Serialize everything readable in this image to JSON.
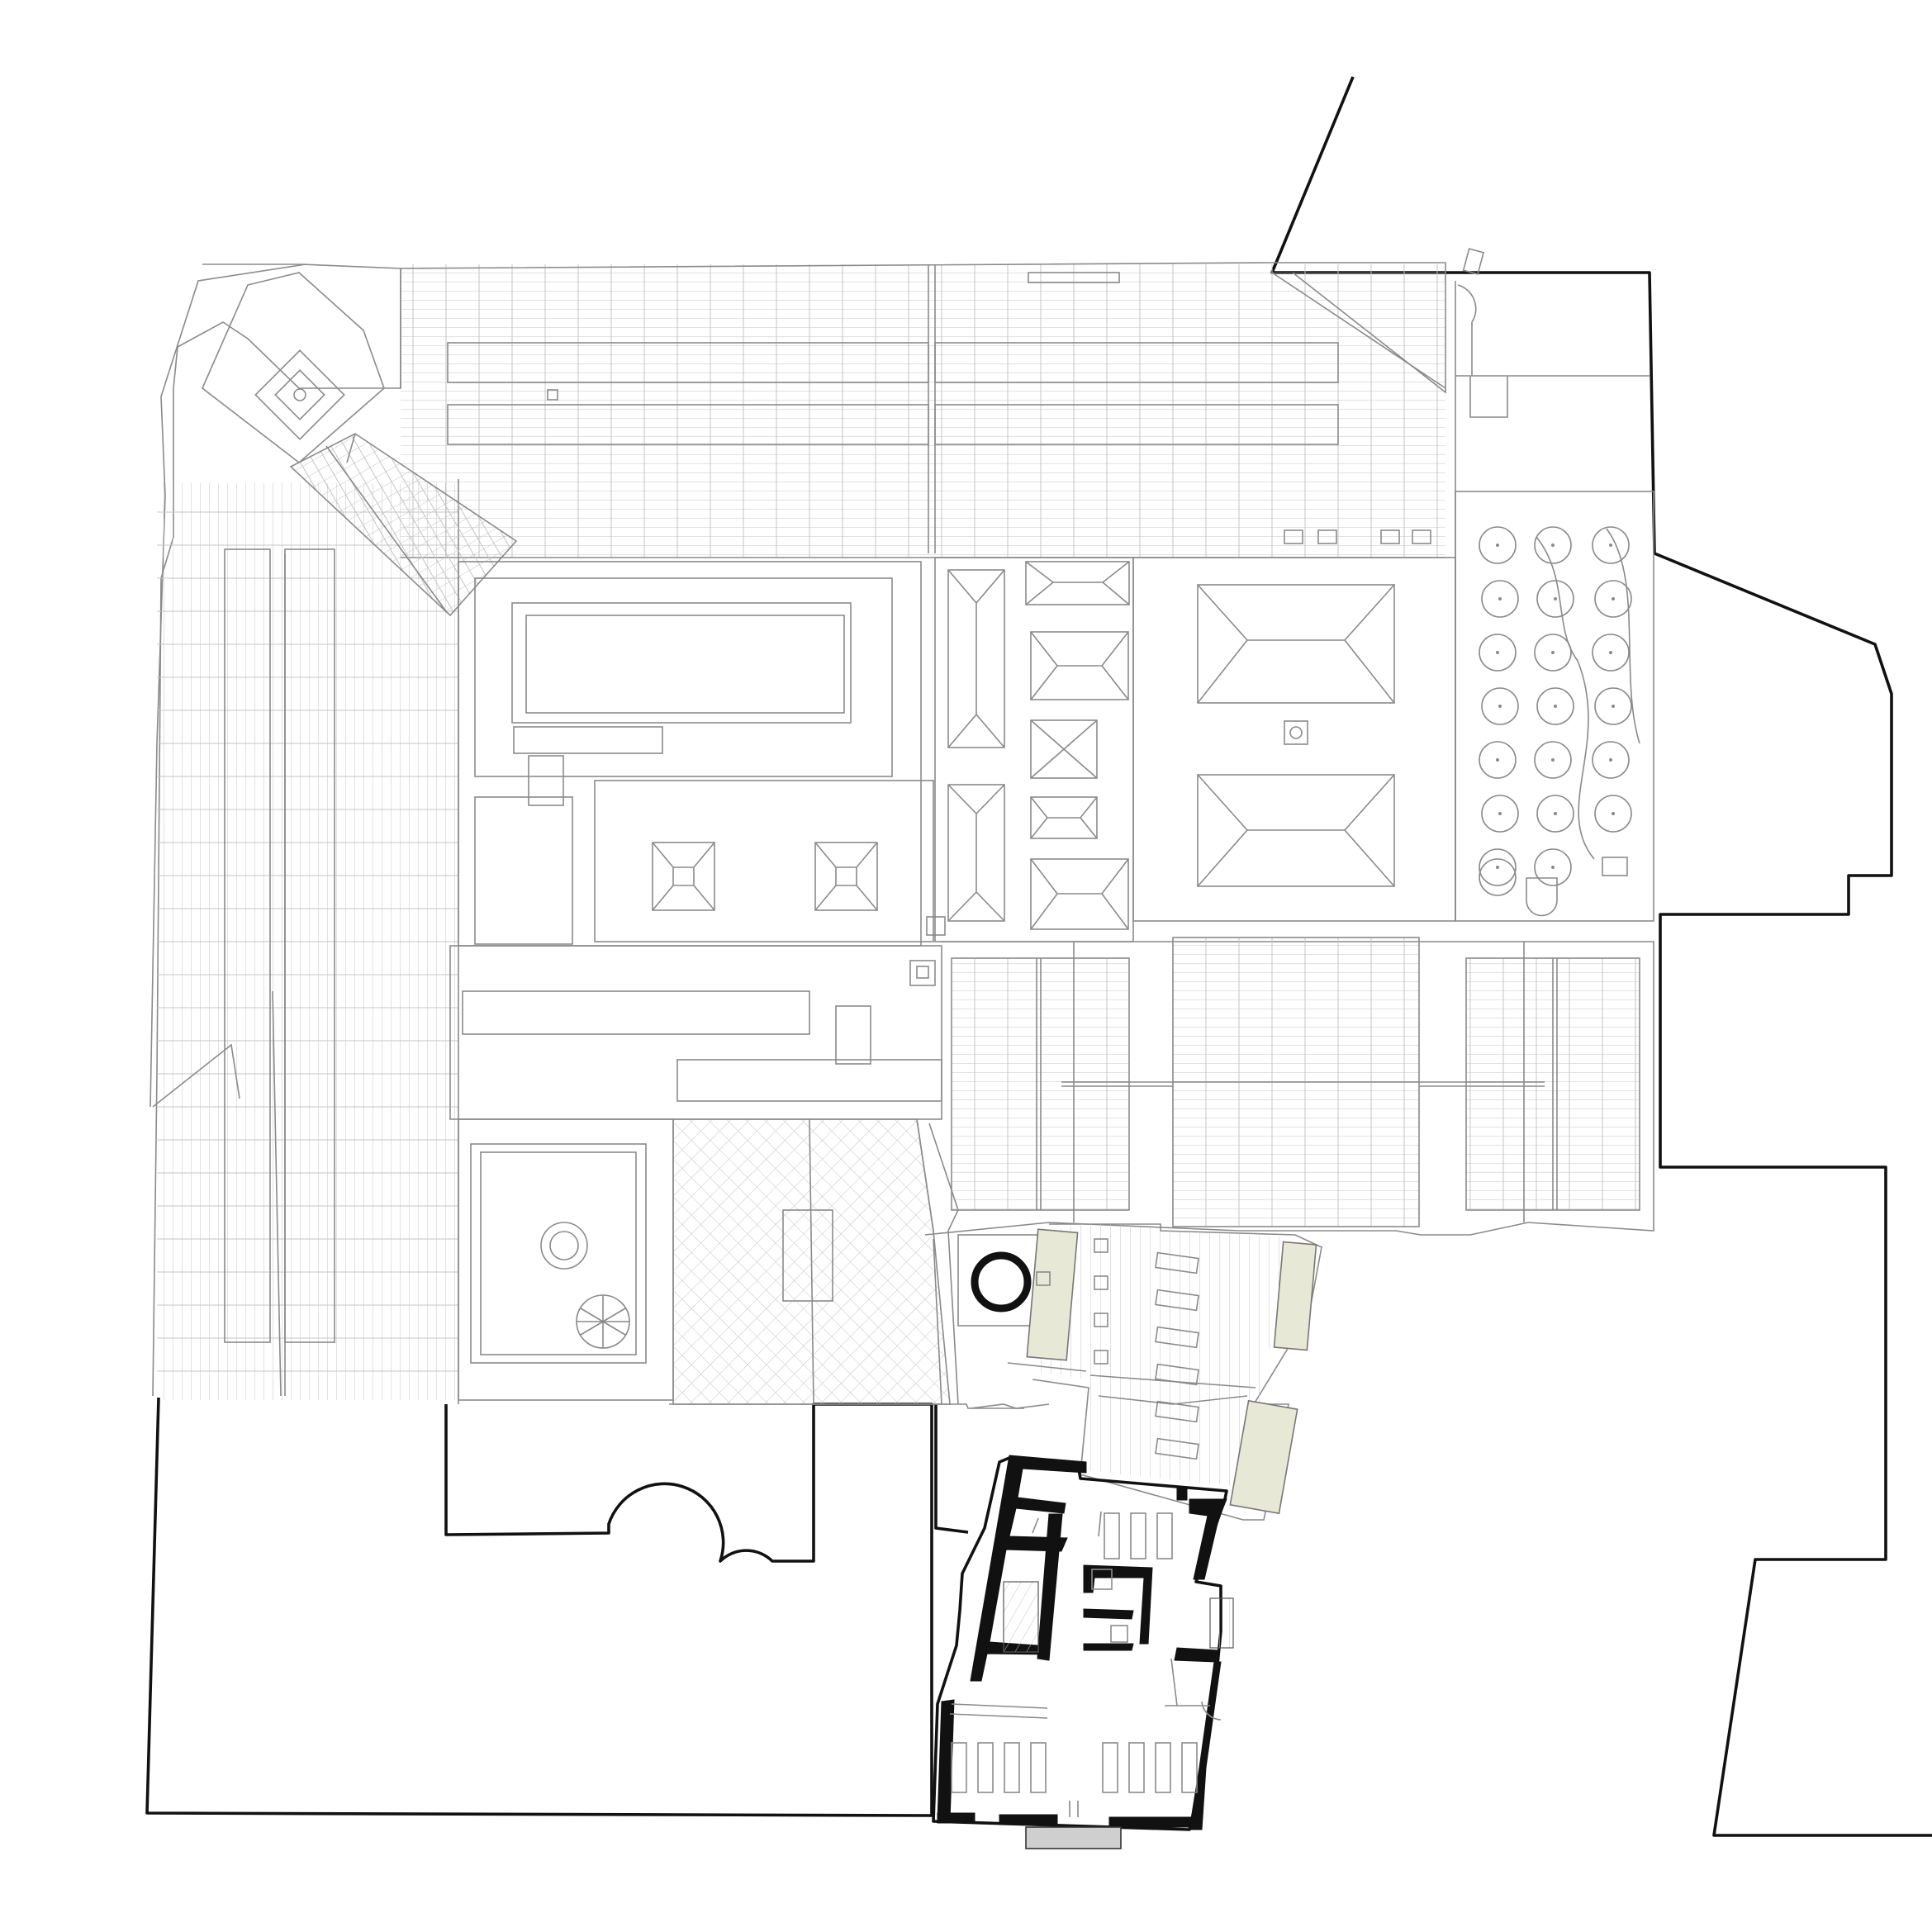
{
  "drawing": {
    "kind": "roof-plan",
    "colors": {
      "background": "#ffffff",
      "line": "#111111",
      "thin_line": "#8a8a8a",
      "roof_hatch": "#c4c4c4",
      "green_roof": "#e8e8d6",
      "entrance_step": "#cfcfcf"
    },
    "trees": {
      "columns": 3,
      "rows_in_orchard": 7,
      "count": 20
    },
    "beds": {
      "top_floor_room": 6,
      "bottom_dormitory": 8,
      "middle_room": 3
    }
  }
}
